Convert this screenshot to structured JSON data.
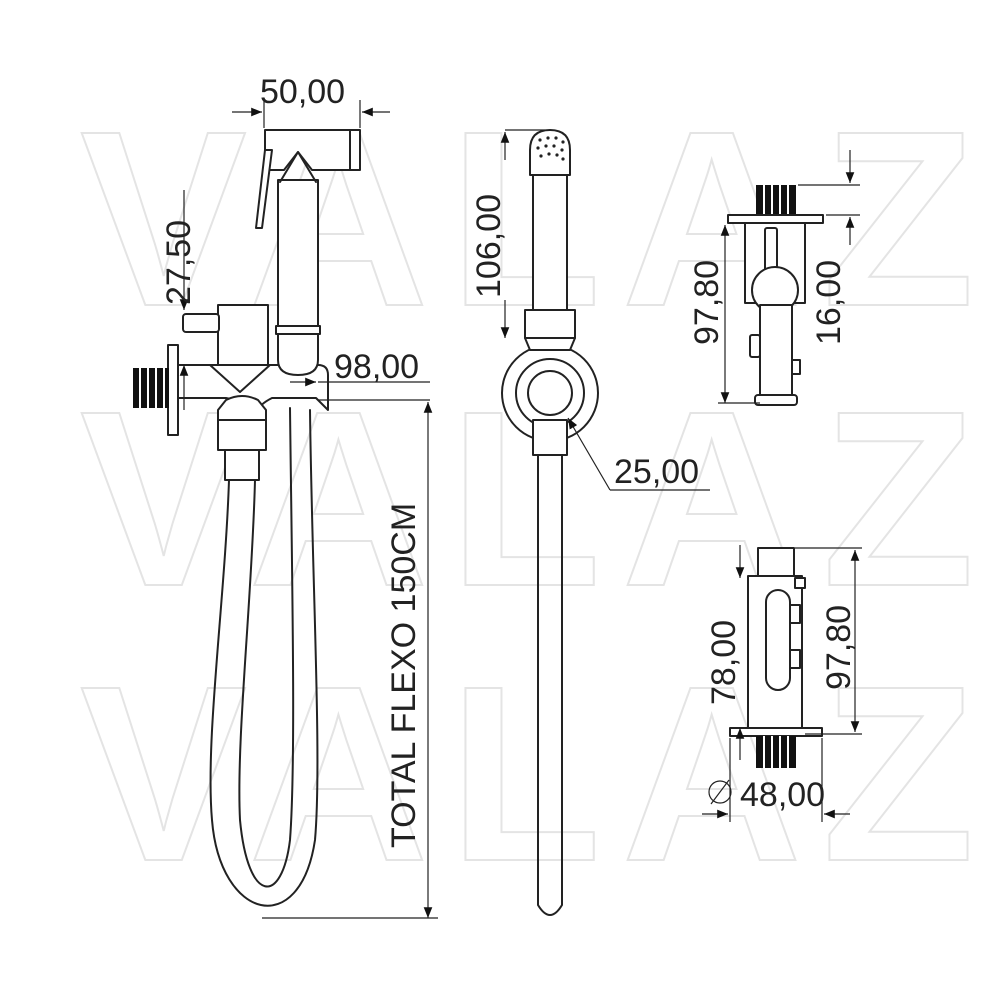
{
  "watermark": {
    "row1": "VALAZ",
    "row2": "VALAZ",
    "row3": "VALAZ",
    "color": "#e4e4e4"
  },
  "dimensions": {
    "top_width": "50,00",
    "lever_height": "27,50",
    "body_length": "98,00",
    "hose_total": "TOTAL FLEXO 150CM",
    "handset_height": "106,00",
    "holder_diameter": "25,00",
    "side_height": "97,80",
    "side_small": "16,00",
    "bottom_height": "97,80",
    "bottom_inner": "78,00",
    "bottom_width": "48,00"
  },
  "colors": {
    "line": "#222222",
    "thread": "#111111"
  }
}
